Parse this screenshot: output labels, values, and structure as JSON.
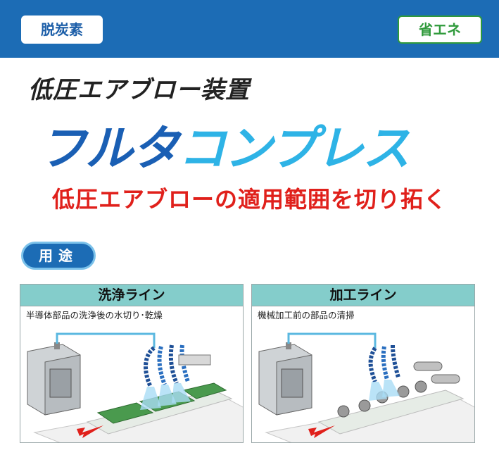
{
  "header": {
    "tag_left": "脱炭素",
    "tag_right": "省エネ"
  },
  "product": {
    "subtitle": "低圧エアブロー装置",
    "brand_part1": "フルタ",
    "brand_part2": "コンプレス",
    "tagline": "低圧エアブローの適用範囲を切り拓く"
  },
  "usage": {
    "label": "用途",
    "panels": [
      {
        "title": "洗浄ライン",
        "description": "半導体部品の洗浄後の水切り･乾燥"
      },
      {
        "title": "加工ライン",
        "description": "機械加工前の部品の清掃"
      }
    ]
  },
  "colors": {
    "header_blue": "#1c6cb5",
    "brand_dark": "#1a5fb4",
    "brand_light": "#2eb3e6",
    "accent_red": "#e0201b",
    "eco_green": "#2f9a3b",
    "panel_teal": "#84cdcb"
  }
}
